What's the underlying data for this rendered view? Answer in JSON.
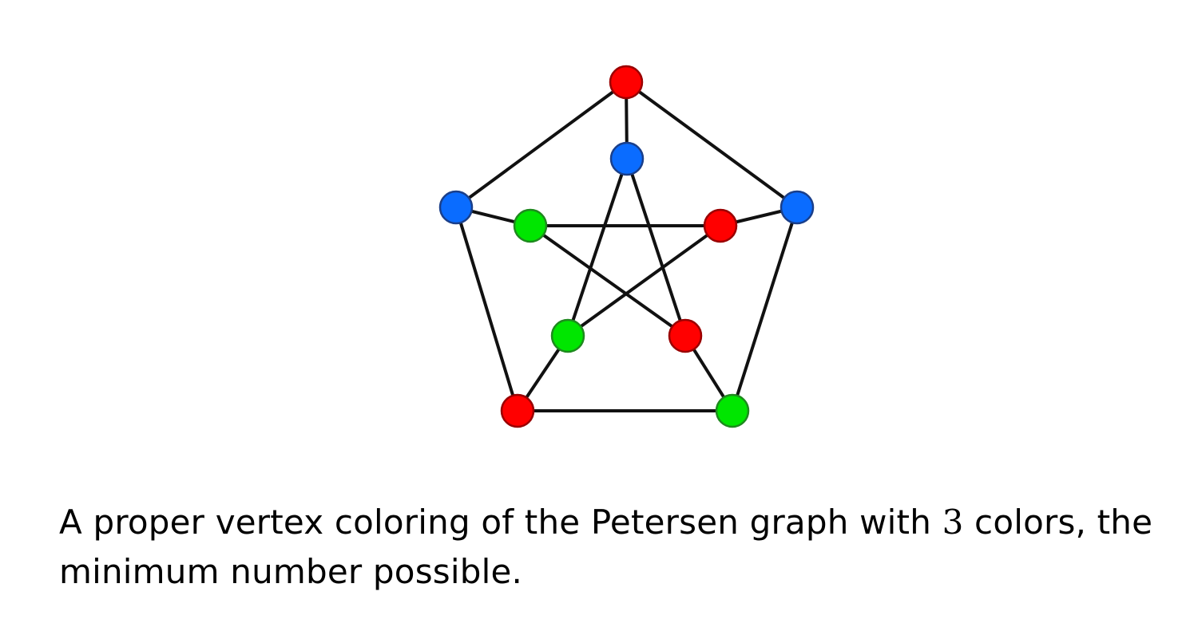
{
  "diagram": {
    "type": "graph",
    "vertex_colors": {
      "red": "#ff0000",
      "blue": "#0a6cff",
      "green": "#00e600"
    },
    "vertices": [
      {
        "id": "outer-top",
        "color": "red"
      },
      {
        "id": "outer-right",
        "color": "blue"
      },
      {
        "id": "outer-bottom-right",
        "color": "green"
      },
      {
        "id": "outer-bottom-left",
        "color": "red"
      },
      {
        "id": "outer-left",
        "color": "blue"
      },
      {
        "id": "inner-top",
        "color": "blue"
      },
      {
        "id": "inner-right",
        "color": "red"
      },
      {
        "id": "inner-bottom-right",
        "color": "red"
      },
      {
        "id": "inner-bottom-left",
        "color": "green"
      },
      {
        "id": "inner-left",
        "color": "green"
      }
    ],
    "edges": [
      [
        "outer-top",
        "outer-right"
      ],
      [
        "outer-right",
        "outer-bottom-right"
      ],
      [
        "outer-bottom-right",
        "outer-bottom-left"
      ],
      [
        "outer-bottom-left",
        "outer-left"
      ],
      [
        "outer-left",
        "outer-top"
      ],
      [
        "outer-top",
        "inner-top"
      ],
      [
        "outer-right",
        "inner-right"
      ],
      [
        "outer-bottom-right",
        "inner-bottom-right"
      ],
      [
        "outer-bottom-left",
        "inner-bottom-left"
      ],
      [
        "outer-left",
        "inner-left"
      ],
      [
        "inner-top",
        "inner-bottom-left"
      ],
      [
        "inner-top",
        "inner-bottom-right"
      ],
      [
        "inner-right",
        "inner-left"
      ],
      [
        "inner-right",
        "inner-bottom-left"
      ],
      [
        "inner-left",
        "inner-bottom-right"
      ]
    ]
  },
  "caption": {
    "before": "A proper vertex coloring of the Petersen graph with ",
    "number": "3",
    "after": " colors, the minimum number possible."
  }
}
